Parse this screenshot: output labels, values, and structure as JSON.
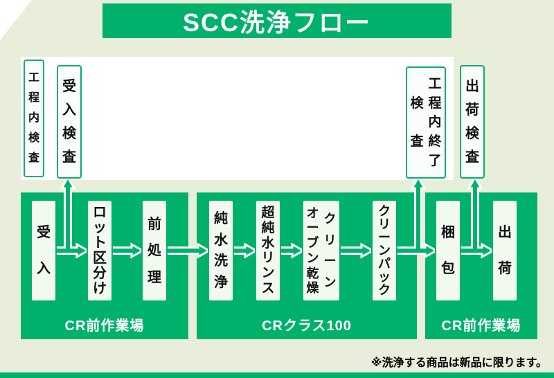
{
  "title": "SCC洗浄フロー",
  "footnote": "※洗浄する商品は新品に限ります。",
  "inspection": {
    "side_label": "工程内検査",
    "receiving": "受入検査",
    "process_end": "工程内終了\n検査",
    "shipping": "出荷検査"
  },
  "zones": [
    {
      "label": "CR前作業場",
      "steps": [
        "受入",
        "ロット区分け",
        "前処理"
      ]
    },
    {
      "label": "CRクラス100",
      "steps": [
        "純水洗浄",
        "超純水リンス",
        "クリーン\nオーブン乾燥",
        "クリーンパック"
      ]
    },
    {
      "label": "CR前作業場",
      "steps": [
        "梱包",
        "出荷"
      ]
    }
  ],
  "colors": {
    "green": "#00b16b",
    "background": "#e9eedb"
  }
}
